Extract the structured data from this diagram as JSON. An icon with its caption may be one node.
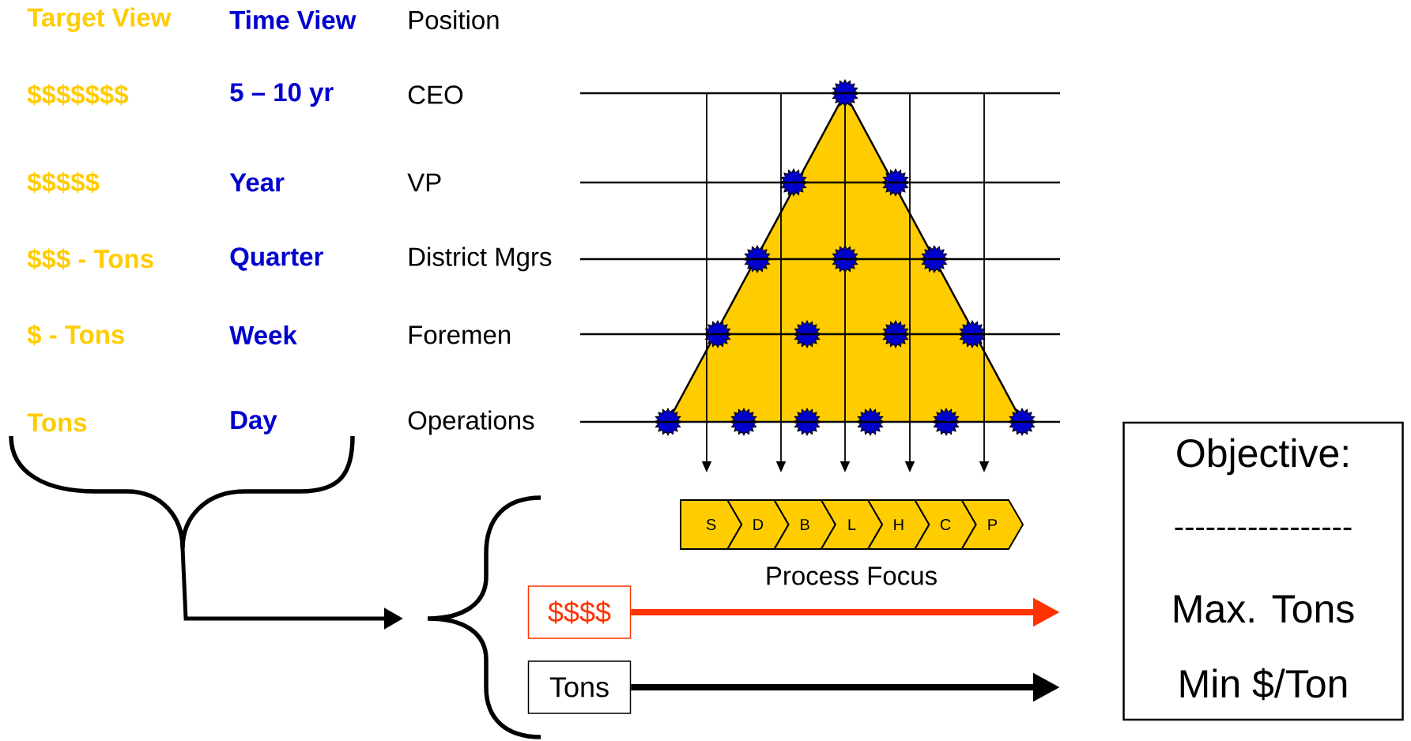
{
  "diagram": {
    "nodes": [
      {
        "text": [
          "S"
        ]
      },
      {
        "text": [
          "D"
        ]
      },
      {
        "text": [
          "B"
        ]
      },
      {
        "text": [
          "L"
        ]
      },
      {
        "text": [
          "H"
        ]
      },
      {
        "text": [
          "C"
        ]
      },
      {
        "text": [
          "P"
        ]
      },
      {
        "text": [
          "$$$$"
        ]
      },
      {
        "text": [
          "Tons"
        ]
      },
      {
        "text": [
          "Objective:",
          "-----------------",
          "Max. Tons",
          "Min $/Ton"
        ]
      }
    ],
    "edges": [
      {
        "from": 7,
        "to": null,
        "arrow": "to",
        "color": "#ff3300"
      },
      {
        "from": 8,
        "to": null,
        "arrow": "to",
        "color": "#000000"
      }
    ],
    "labels": [
      "Target View",
      "Time View",
      "Position",
      "$$$$$$$",
      "5 – 10 yr",
      "CEO",
      "$$$$$",
      "Year",
      "VP",
      "$$$ - Tons",
      "Quarter",
      "District Mgrs",
      "$ - Tons",
      "Week",
      "Foremen",
      "Tons",
      "Day",
      "Operations",
      "Process Focus"
    ]
  }
}
